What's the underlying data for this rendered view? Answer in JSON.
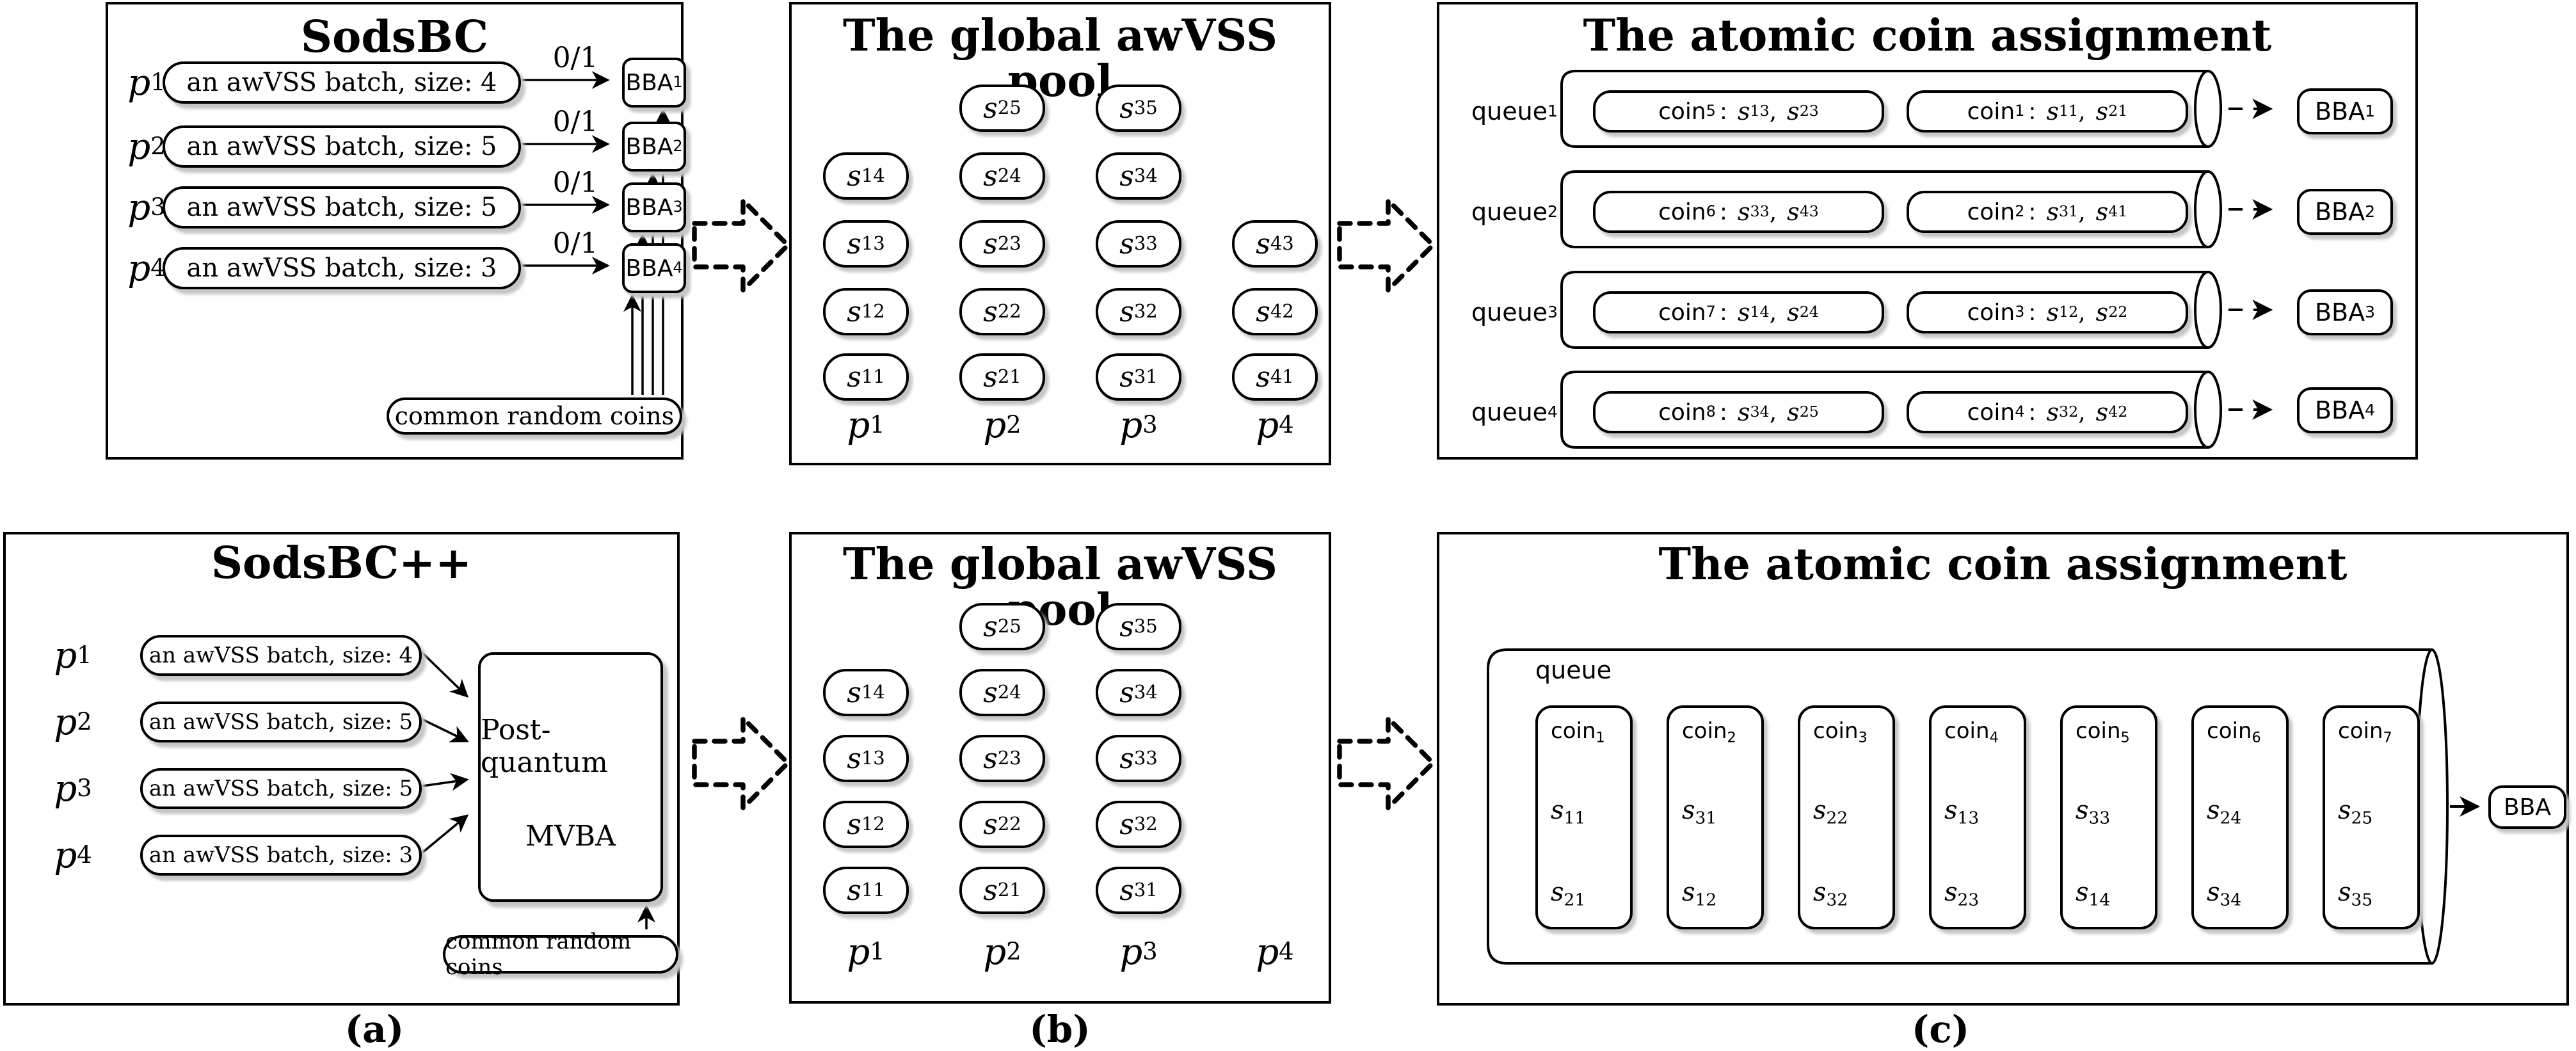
{
  "tokens": {
    "s": "s",
    "p": "p",
    "coin": "coin",
    "bba": "BBA",
    "queue": "queue",
    "colon": ":",
    "comma": ","
  },
  "captions": {
    "a": "(a)",
    "b": "(b)",
    "c": "(c)"
  },
  "panel_sodsbc": {
    "title": "SodsBC",
    "rows": [
      {
        "p_sub": "1",
        "batch": "an awVSS batch, size: 4",
        "edge": "0/1",
        "bba_sub": "1"
      },
      {
        "p_sub": "2",
        "batch": "an awVSS batch, size: 5",
        "edge": "0/1",
        "bba_sub": "2"
      },
      {
        "p_sub": "3",
        "batch": "an awVSS batch, size: 5",
        "edge": "0/1",
        "bba_sub": "3"
      },
      {
        "p_sub": "4",
        "batch": "an awVSS batch, size: 3",
        "edge": "0/1",
        "bba_sub": "4"
      }
    ],
    "coins": "common random coins"
  },
  "panel_pool_top": {
    "title": "The global awVSS pool",
    "columns": [
      {
        "p_sub": "1",
        "shares": [
          "11",
          "12",
          "13",
          "14"
        ]
      },
      {
        "p_sub": "2",
        "shares": [
          "21",
          "22",
          "23",
          "24",
          "25"
        ]
      },
      {
        "p_sub": "3",
        "shares": [
          "31",
          "32",
          "33",
          "34",
          "35"
        ]
      },
      {
        "p_sub": "4",
        "shares": [
          "41",
          "42",
          "43"
        ]
      }
    ]
  },
  "panel_assign_top": {
    "title": "The atomic coin assignment",
    "queues": [
      {
        "q_sub": "1",
        "first": {
          "coin_sub": "5",
          "s1": "13",
          "s2": "23"
        },
        "second": {
          "coin_sub": "1",
          "s1": "11",
          "s2": "21"
        },
        "bba_sub": "1"
      },
      {
        "q_sub": "2",
        "first": {
          "coin_sub": "6",
          "s1": "33",
          "s2": "43"
        },
        "second": {
          "coin_sub": "2",
          "s1": "31",
          "s2": "41"
        },
        "bba_sub": "2"
      },
      {
        "q_sub": "3",
        "first": {
          "coin_sub": "7",
          "s1": "14",
          "s2": "24"
        },
        "second": {
          "coin_sub": "3",
          "s1": "12",
          "s2": "22"
        },
        "bba_sub": "3"
      },
      {
        "q_sub": "4",
        "first": {
          "coin_sub": "8",
          "s1": "34",
          "s2": "25"
        },
        "second": {
          "coin_sub": "4",
          "s1": "32",
          "s2": "42"
        },
        "bba_sub": "4"
      }
    ]
  },
  "panel_sodsbcpp": {
    "title": "SodsBC++",
    "rows": [
      {
        "p_sub": "1",
        "batch": "an awVSS batch, size: 4"
      },
      {
        "p_sub": "2",
        "batch": "an awVSS batch, size: 5"
      },
      {
        "p_sub": "3",
        "batch": "an awVSS batch, size: 5"
      },
      {
        "p_sub": "4",
        "batch": "an awVSS batch, size: 3"
      }
    ],
    "mvba_line1": "Post-quantum",
    "mvba_line2": "MVBA",
    "coins": "common random coins"
  },
  "panel_pool_bottom": {
    "title": "The global awVSS pool",
    "columns": [
      {
        "p_sub": "1",
        "shares": [
          "11",
          "12",
          "13",
          "14"
        ]
      },
      {
        "p_sub": "2",
        "shares": [
          "21",
          "22",
          "23",
          "24",
          "25"
        ]
      },
      {
        "p_sub": "3",
        "shares": [
          "31",
          "32",
          "33",
          "34",
          "35"
        ]
      },
      {
        "p_sub": "4",
        "shares": []
      }
    ]
  },
  "panel_assign_bottom": {
    "title": "The atomic coin assignment",
    "queue_label": "queue",
    "cards": [
      {
        "coin_sub": "1",
        "s1": "11",
        "s2": "21"
      },
      {
        "coin_sub": "2",
        "s1": "31",
        "s2": "12"
      },
      {
        "coin_sub": "3",
        "s1": "22",
        "s2": "32"
      },
      {
        "coin_sub": "4",
        "s1": "13",
        "s2": "23"
      },
      {
        "coin_sub": "5",
        "s1": "33",
        "s2": "14"
      },
      {
        "coin_sub": "6",
        "s1": "24",
        "s2": "34"
      },
      {
        "coin_sub": "7",
        "s1": "25",
        "s2": "35"
      }
    ],
    "bba": "BBA"
  }
}
